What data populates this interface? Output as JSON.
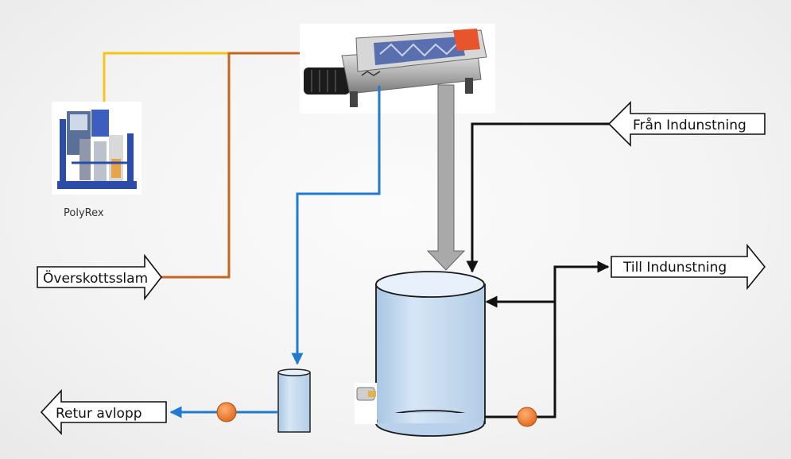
{
  "labels": {
    "polyrex": "PolyRex",
    "overskottsslam": "Överskottsslam",
    "fran_indunstning": "Från Indunstning",
    "till_indunstning": "Till Indunstning",
    "retur_avlopp": "Retur avlopp"
  },
  "colors": {
    "yellow_line": "#f5c518",
    "brown_line": "#c8641e",
    "blue_line": "#1f7ad0",
    "black_line": "#111111",
    "pump": "#ef7d2a",
    "tank_fill": "#c7dcf0",
    "tank_stroke": "#1a1a1a",
    "gray_arrow": "#a9a9a9"
  },
  "icons": {
    "polyrex_unit": "polymer-dosing-unit",
    "decanter": "decanter-centrifuge",
    "pump": "circle-pump"
  }
}
